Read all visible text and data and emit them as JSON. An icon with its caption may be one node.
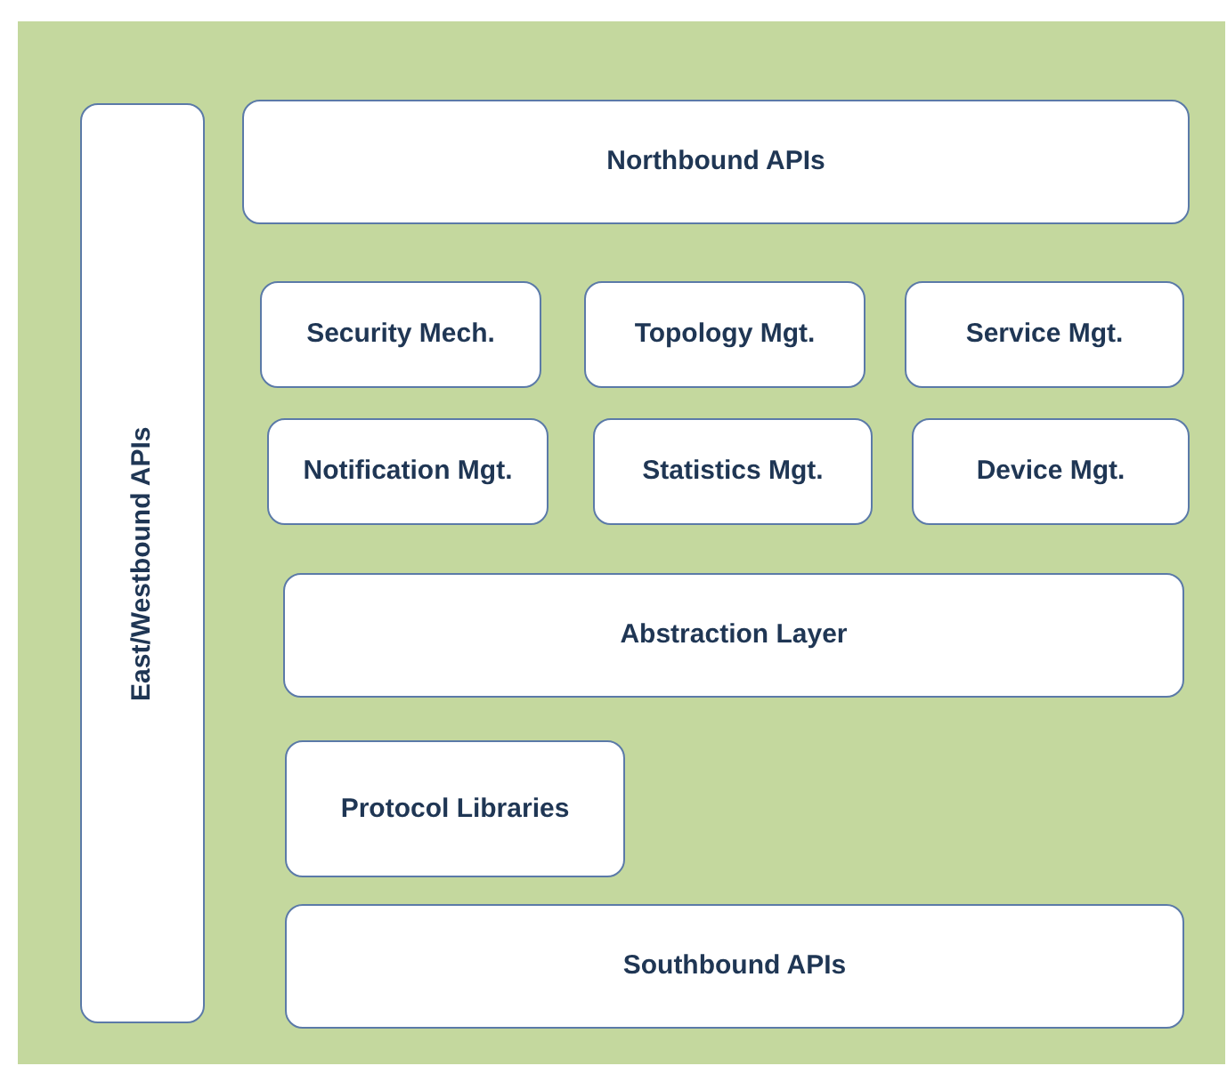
{
  "diagram": {
    "nodes": [
      {
        "text": [
          "East/Westbound APIs"
        ]
      },
      {
        "text": [
          "Northbound APIs"
        ]
      },
      {
        "text": [
          "Security Mech."
        ]
      },
      {
        "text": [
          "Topology Mgt."
        ]
      },
      {
        "text": [
          "Service Mgt."
        ]
      },
      {
        "text": [
          "Notification Mgt."
        ]
      },
      {
        "text": [
          "Statistics Mgt."
        ]
      },
      {
        "text": [
          "Device Mgt."
        ]
      },
      {
        "text": [
          "Abstraction Layer"
        ]
      },
      {
        "text": [
          "Protocol Libraries"
        ]
      },
      {
        "text": [
          "Southbound APIs"
        ]
      }
    ]
  }
}
